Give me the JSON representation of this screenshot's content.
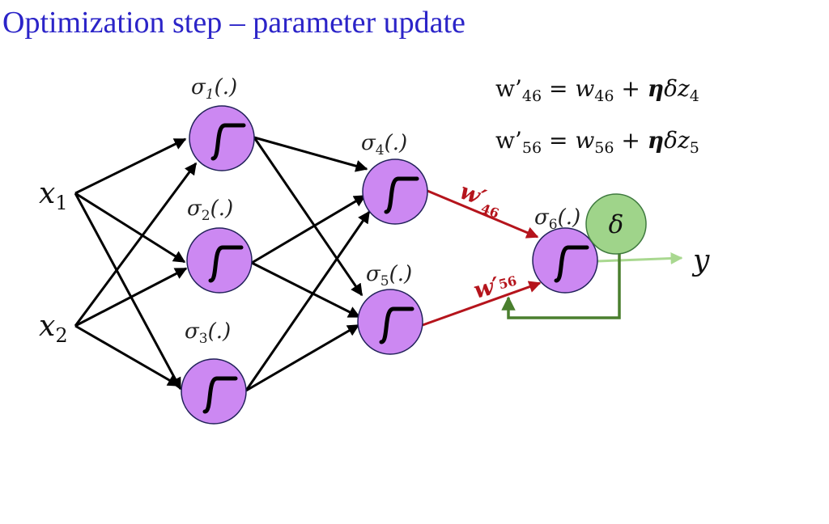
{
  "slide": {
    "title": "Optimization step – parameter update",
    "title_color": "#2b24c8"
  },
  "equations": [
    {
      "lhs_var": "w’",
      "lhs_sub": "46",
      "eq": " = ",
      "rhs_var": "w",
      "rhs_sub": "46",
      "plus": " + ",
      "eta": "η",
      "delta": "δ",
      "z": "z",
      "z_sub": "4"
    },
    {
      "lhs_var": "w’",
      "lhs_sub": "56",
      "eq": " = ",
      "rhs_var": "w",
      "rhs_sub": "56",
      "plus": " + ",
      "eta": "η",
      "delta": "δ",
      "z": "z",
      "z_sub": "5"
    }
  ],
  "inputs": [
    {
      "var": "x",
      "sub": "1"
    },
    {
      "var": "x",
      "sub": "2"
    }
  ],
  "neurons": [
    {
      "fn": "σ",
      "sub": "1",
      "arg": "(.)"
    },
    {
      "fn": "σ",
      "sub": "2",
      "arg": "(.)"
    },
    {
      "fn": "σ",
      "sub": "3",
      "arg": "(.)"
    },
    {
      "fn": "σ",
      "sub": "4",
      "arg": "(.)"
    },
    {
      "fn": "σ",
      "sub": "5",
      "arg": "(.)"
    },
    {
      "fn": "σ",
      "sub": "6",
      "arg": "(.)"
    }
  ],
  "weights": [
    {
      "var": "w′",
      "sub": "46"
    },
    {
      "var": "w′",
      "sub": "56"
    }
  ],
  "delta_node": {
    "label": "δ"
  },
  "output": {
    "label": "y"
  },
  "colors": {
    "neuron_fill": "#cc88f2",
    "neuron_stroke": "#22225a",
    "edge": "#000000",
    "updated_edge": "#b5141c",
    "delta_fill": "#9fd48a",
    "delta_stroke": "#3f7a3f",
    "feedback": "#4a7f2e",
    "output_arrow": "#a9d890"
  }
}
